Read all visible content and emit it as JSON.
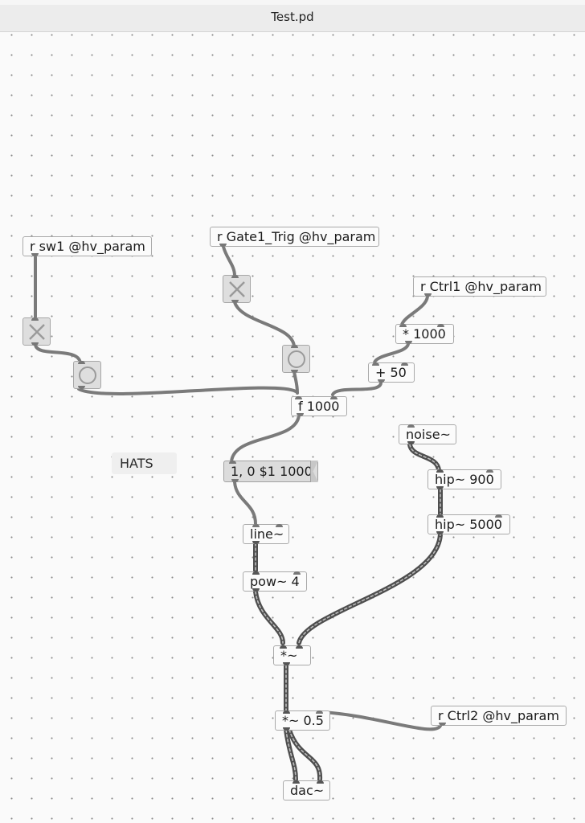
{
  "window": {
    "title": "Test.pd"
  },
  "comments": {
    "hats": "HATS"
  },
  "objects": {
    "r_sw1": "r sw1 @hv_param",
    "r_gate1": "r Gate1_Trig @hv_param",
    "r_ctrl1": "r Ctrl1 @hv_param",
    "mul_1000": "* 1000",
    "add_50": "+ 50",
    "f_1000": "f 1000",
    "noise": "noise~",
    "hip_900": "hip~ 900",
    "hip_5000": "hip~ 5000",
    "line": "line~",
    "pow_4": "pow~ 4",
    "mul_sig": "*~",
    "mul_05": "*~ 0.5",
    "r_ctrl2": "r Ctrl2 @hv_param",
    "dac": "dac~"
  },
  "messages": {
    "env_msg": "1, 0 $1 1000"
  },
  "colors": {
    "canvas_bg": "#fafafa",
    "wire_control": "#7a7a7a",
    "wire_signal": "#555555"
  }
}
